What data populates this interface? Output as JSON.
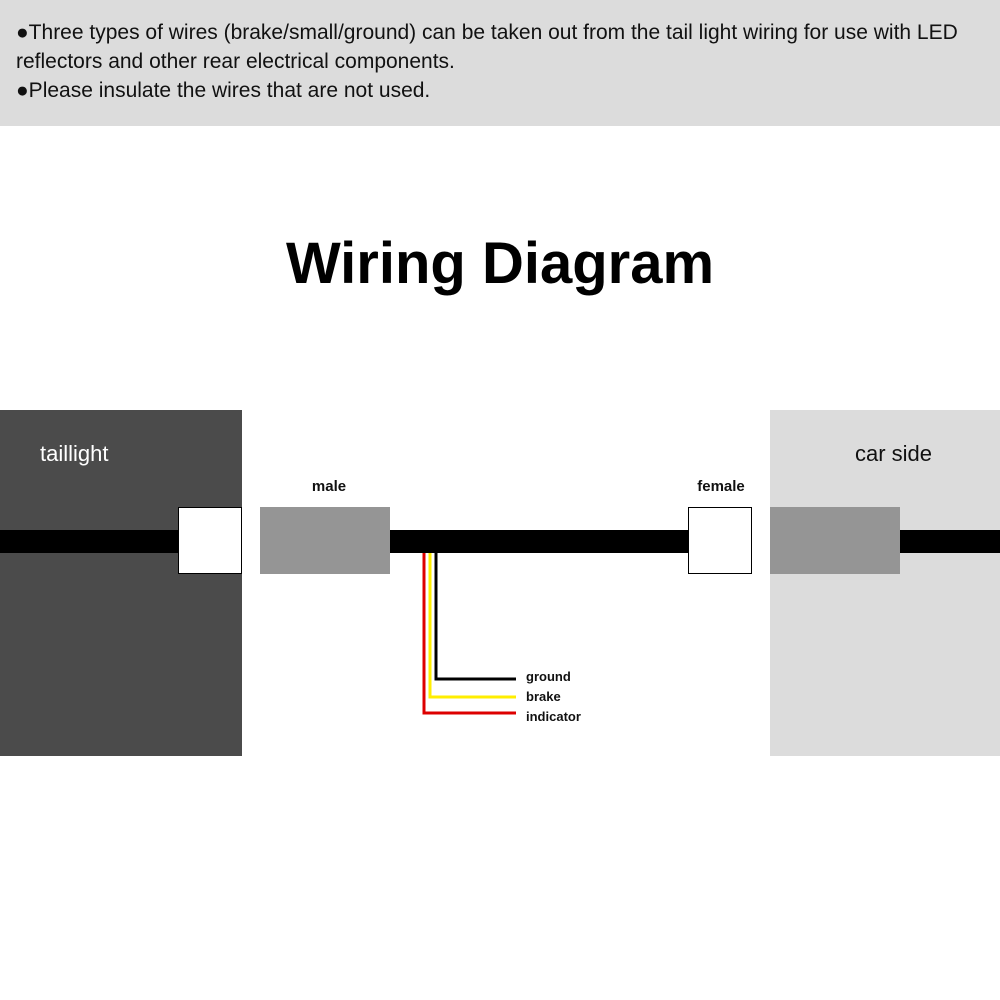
{
  "notes": {
    "line1": "●Three types of wires (brake/small/ground) can be taken out from the tail light wiring for use with LED reflectors and other rear electrical components.",
    "line2": "●Please insulate the wires that are not used."
  },
  "title": "Wiring Diagram",
  "labels": {
    "taillight": "taillight",
    "car_side": "car side",
    "male": "male",
    "female": "female"
  },
  "branch_wires": [
    {
      "label": "ground",
      "color": "#000000"
    },
    {
      "label": "brake",
      "color": "#ffee00"
    },
    {
      "label": "indicator",
      "color": "#dd0000"
    }
  ],
  "colors": {
    "header_bg": "#dcdcdc",
    "taillight_panel": "#4b4b4b",
    "car_side_panel": "#dcdcdc",
    "plug_gray": "#959595",
    "main_wire": "#000000"
  }
}
